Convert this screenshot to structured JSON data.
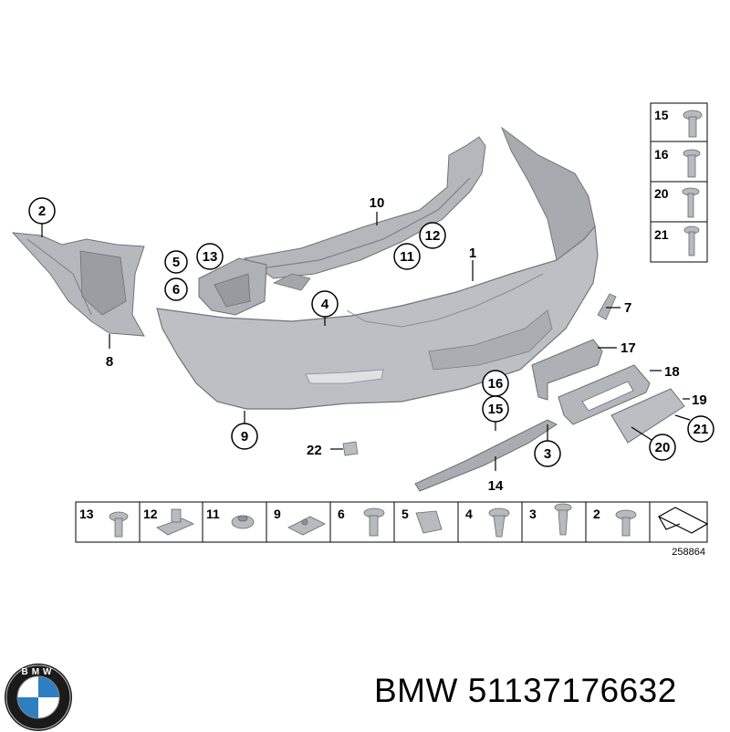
{
  "diagram": {
    "diagram_id": "258864",
    "callouts": [
      "1",
      "2",
      "3",
      "4",
      "5",
      "6",
      "7",
      "8",
      "9",
      "10",
      "11",
      "12",
      "13",
      "14",
      "15",
      "16",
      "17",
      "18",
      "19",
      "20",
      "21",
      "22"
    ],
    "side_panel": [
      "15",
      "16",
      "20",
      "21"
    ],
    "bottom_bar": [
      "13",
      "12",
      "11",
      "9",
      "6",
      "5",
      "4",
      "3",
      "2"
    ]
  },
  "footer": {
    "brand": "BMW",
    "part_number": "51137176632",
    "logo_letters": "BMW"
  },
  "colors": {
    "part_fill": "#b9bcc0",
    "part_dark": "#8e9297",
    "bmw_blue": "#2d7fc1",
    "logo_ring": "#1a1a1a"
  }
}
